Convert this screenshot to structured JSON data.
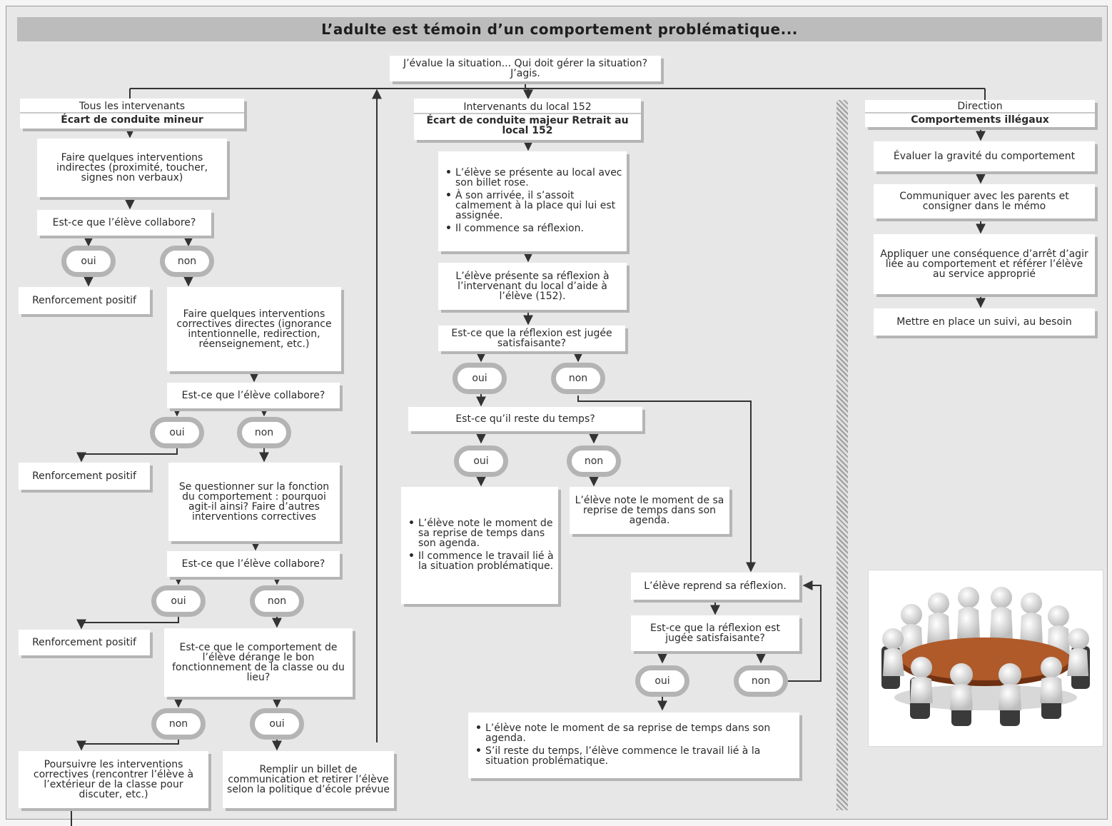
{
  "title": "L’adulte est témoin d’un comportement problématique...",
  "evaluate": "J’évalue la situation... Qui doit gérer la situation? J’agis.",
  "answers": {
    "oui": "oui",
    "non": "non"
  },
  "left": {
    "header_top": "Tous les intervenants",
    "header_bottom": "Écart de conduite mineur",
    "indirect": "Faire quelques interventions indirectes (proximité, toucher, signes non verbaux)",
    "question": "Est-ce que l’élève collabore?",
    "reinforcement": "Renforcement positif",
    "corrective": "Faire quelques interventions correctives directes (ignorance intentionnelle, redirection, réenseignement, etc.)",
    "function": "Se questionner sur la fonction du comportement : pourquoi agit-il ainsi? Faire d’autres interventions correctives",
    "disturb": "Est-ce que le comportement de l’élève dérange le bon fonctionnement de la classe ou du lieu?",
    "pursue": "Poursuivre les interventions correctives (rencontrer l’élève à l’extérieur de la classe pour discuter, etc.)",
    "ticket": "Remplir un billet de communication et retirer l’élève selon la politique d’école prévue"
  },
  "middle": {
    "header_top": "Intervenants du local 152",
    "header_bottom": "Écart de conduite majeur Retrait au local 152",
    "arrival_steps": [
      "L’élève se présente au local avec son billet rose.",
      "À son arrivée, il s’assoit calmement à la place qui lui est assignée.",
      "Il commence sa réflexion."
    ],
    "present": "L’élève présente sa réflexion à l’intervenant du local d’aide à l’élève (152).",
    "question_satisfying": "Est-ce que la réflexion est jugée satisfaisante?",
    "question_time": "Est-ce qu’il reste du temps?",
    "time_yes_steps": [
      "L’élève note le moment de sa reprise de temps dans son agenda.",
      "Il commence le travail lié à la situation problématique."
    ],
    "time_no": "L’élève note le moment de sa reprise de temps dans son agenda.",
    "resume": "L’élève reprend sa réflexion.",
    "question_satisfying2": "Est-ce que la réflexion est jugée satisfaisante?",
    "final_steps": [
      "L’élève note le moment de sa reprise de temps dans son agenda.",
      "S’il reste du temps, l’élève commence le travail lié à la situation problématique."
    ]
  },
  "right": {
    "header_top": "Direction",
    "header_bottom": "Comportements illégaux",
    "steps": [
      "Évaluer la gravité du comportement",
      "Communiquer avec les parents et consigner dans le mémo",
      "Appliquer une conséquence d’arrêt d’agir liée au comportement et référer l’élève au service approprié",
      "Mettre en place un suivi, au besoin"
    ]
  },
  "colors": {
    "background": "#e7e7e7",
    "title_bar": "#bcbcbc",
    "box": "#ffffff",
    "shadow": "#b5b5b5",
    "pill_ring": "#b4b4b4",
    "line": "#333333"
  },
  "icons": {
    "photo": "meeting-round-table-figures"
  }
}
